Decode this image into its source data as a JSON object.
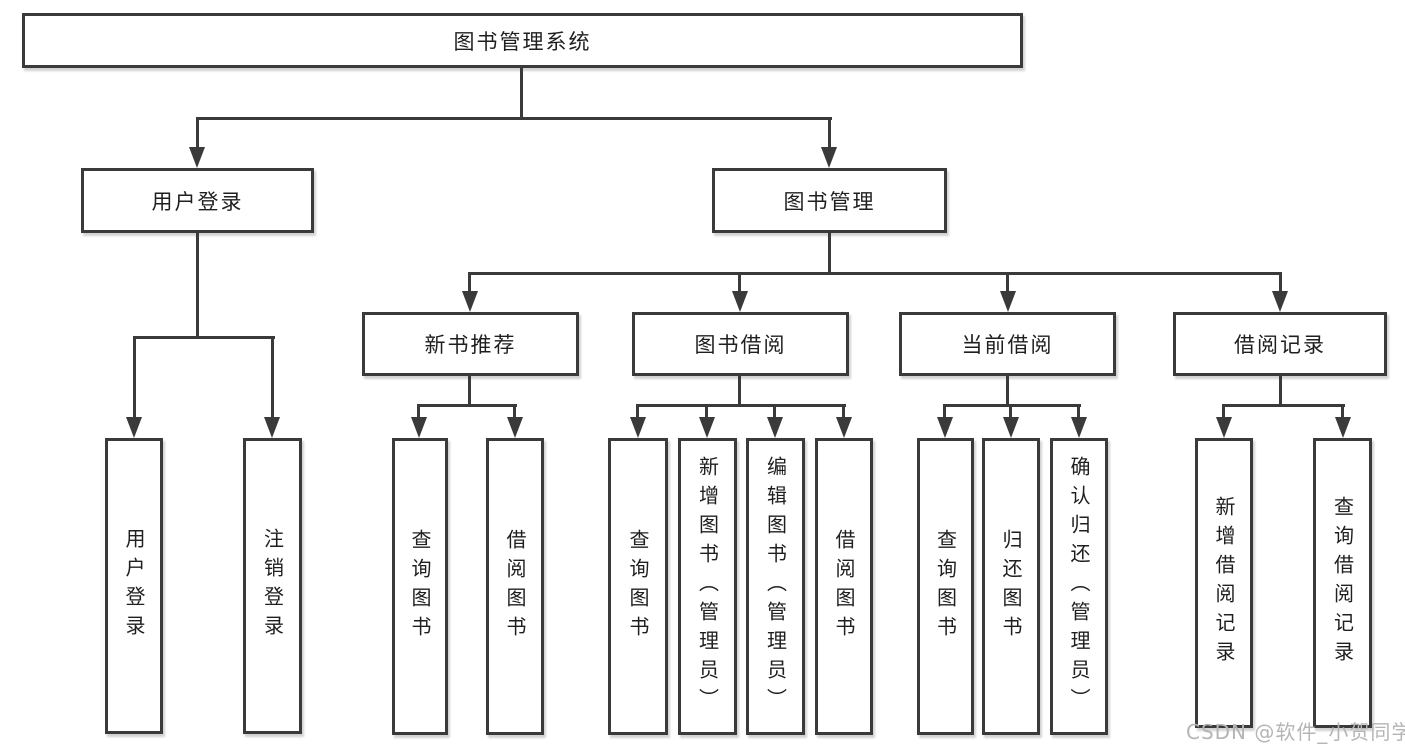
{
  "diagram": {
    "title": "图书管理系统",
    "modules": [
      {
        "label": "用户登录",
        "children": [
          "用户登录",
          "注销登录"
        ]
      },
      {
        "label": "图书管理",
        "children": [
          {
            "label": "新书推荐",
            "children": [
              "查询图书",
              "借阅图书"
            ]
          },
          {
            "label": "图书借阅",
            "children": [
              "查询图书",
              "新增图书（管理员）",
              "编辑图书（管理员）",
              "借阅图书"
            ]
          },
          {
            "label": "当前借阅",
            "children": [
              "查询图书",
              "归还图书",
              "确认归还（管理员）"
            ]
          },
          {
            "label": "借阅记录",
            "children": [
              "新增借阅记录",
              "查询借阅记录"
            ]
          }
        ]
      }
    ]
  },
  "watermark": "CSDN @软件_小贺同学",
  "colors": {
    "line": "#3a3a3a",
    "text": "#1f1f1f",
    "watermark": "#b5b5b5",
    "background": "#ffffff"
  }
}
